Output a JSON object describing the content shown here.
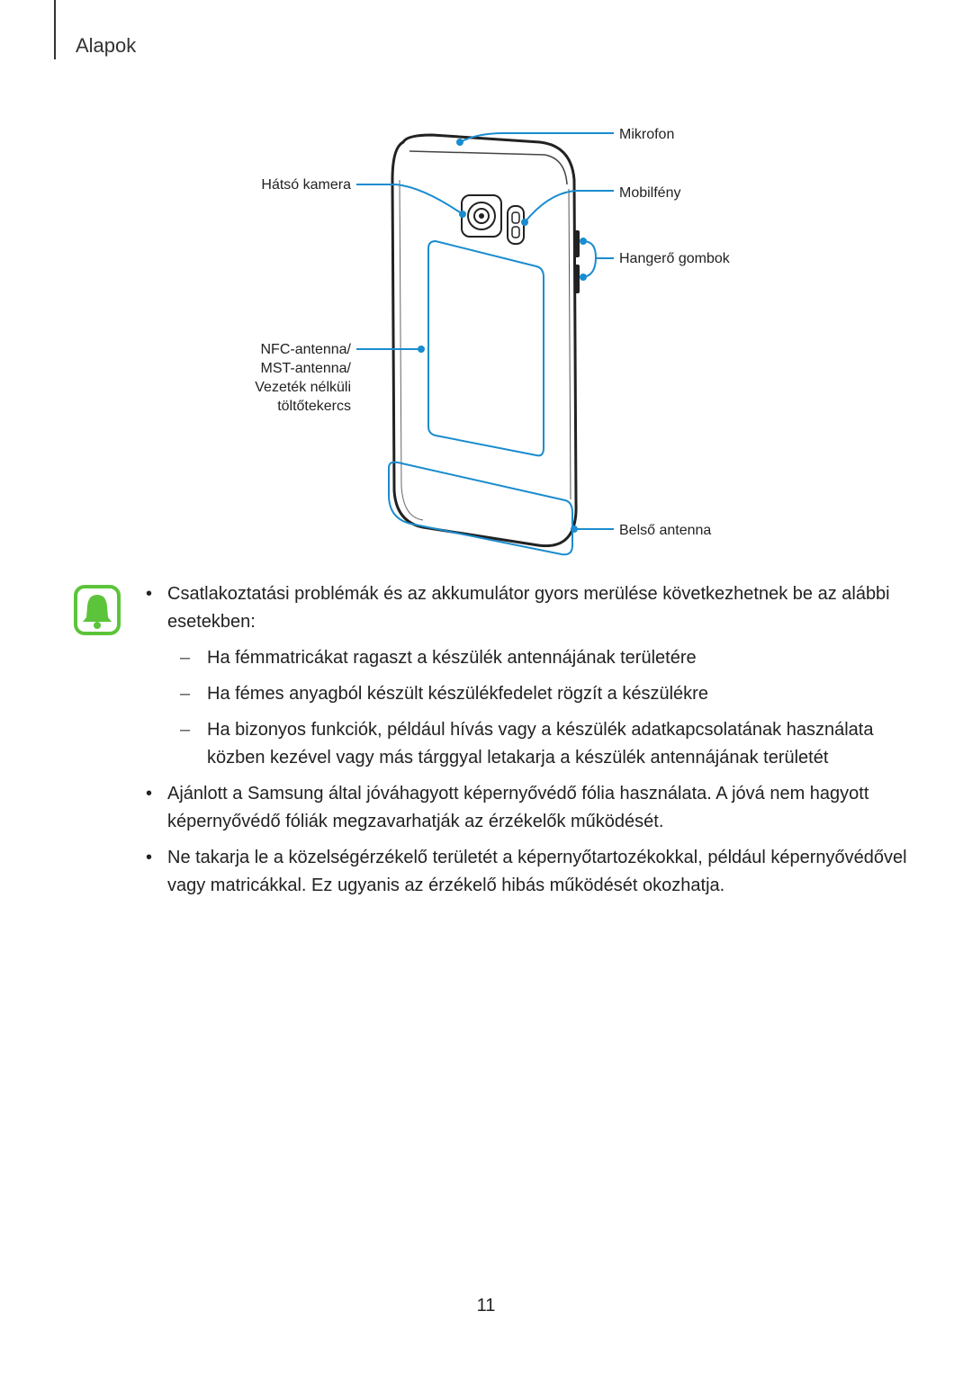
{
  "header": {
    "section_title": "Alapok"
  },
  "figure": {
    "labels": {
      "microphone": "Mikrofon",
      "rear_camera": "Hátsó kamera",
      "flash": "Mobilfény",
      "volume_keys": "Hangerő gombok",
      "nfc_line1": "NFC-antenna/",
      "nfc_line2": "MST-antenna/",
      "nfc_line3": "Vezeték nélküli",
      "nfc_line4": "töltőtekercs",
      "internal_antenna": "Belső antenna"
    },
    "accent_color": "#1a8ccf"
  },
  "note": {
    "icon": "bell-icon",
    "icon_color": "#5cc43a",
    "bullets": [
      {
        "text": "Csatlakoztatási problémák és az akkumulátor gyors merülése következhetnek be az alábbi esetekben:",
        "subitems": [
          "Ha fémmatricákat ragaszt a készülék antennájának területére",
          "Ha fémes anyagból készült készülékfedelet rögzít a készülékre",
          "Ha bizonyos funkciók, például hívás vagy a készülék adatkapcsolatának használata közben kezével vagy más tárggyal letakarja a készülék antennájának területét"
        ]
      },
      {
        "text": "Ajánlott a Samsung által jóváhagyott képernyővédő fólia használata. A jóvá nem hagyott képernyővédő fóliák megzavarhatják az érzékelők működését."
      },
      {
        "text": "Ne takarja le a közelségérzékelő területét a képernyőtartozékokkal, például képernyővédővel vagy matricákkal. Ez ugyanis az érzékelő hibás működését okozhatja."
      }
    ]
  },
  "footer": {
    "page_number": "11"
  }
}
